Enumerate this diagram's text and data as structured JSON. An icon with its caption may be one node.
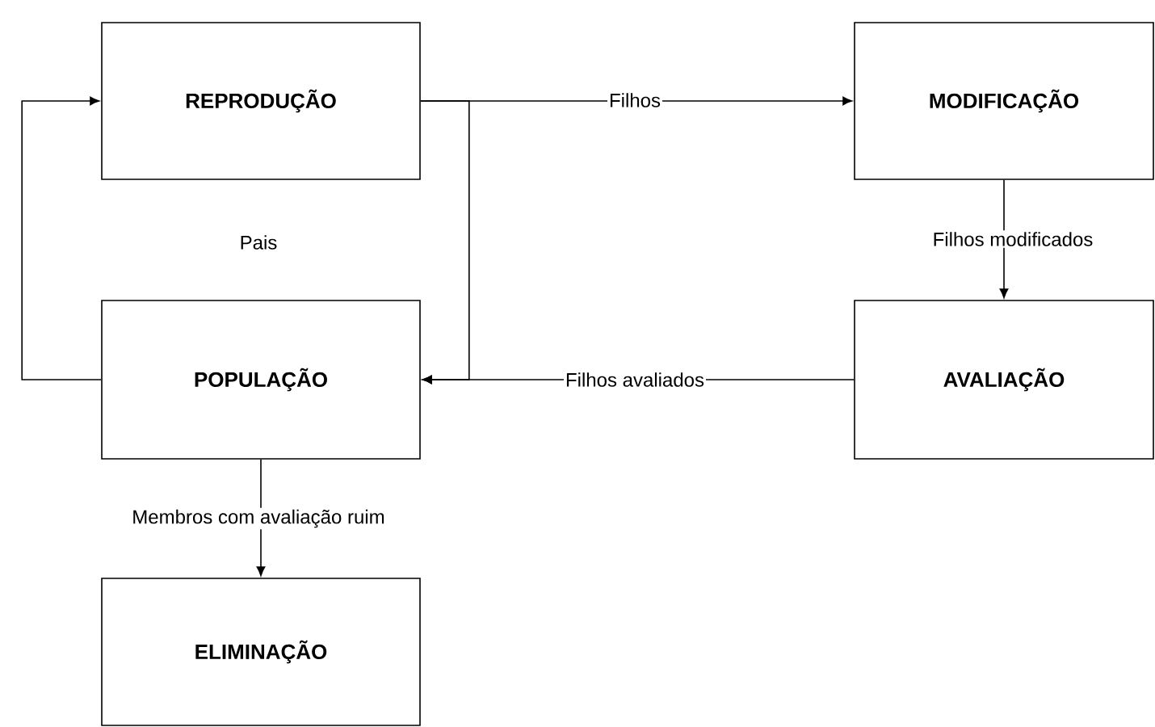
{
  "diagram": {
    "nodes": [
      {
        "text": [
          "REPRODUÇÃO"
        ]
      },
      {
        "text": [
          "MODIFICAÇÃO"
        ]
      },
      {
        "text": [
          "POPULAÇÃO"
        ]
      },
      {
        "text": [
          "AVALIAÇÃO"
        ]
      },
      {
        "text": [
          "ELIMINAÇÃO"
        ]
      }
    ],
    "edges": [
      {
        "from": 2,
        "to": 0,
        "arrow": "to"
      },
      {
        "from": 0,
        "to": 1,
        "arrow": "to",
        "label": "Filhos"
      },
      {
        "from": 0,
        "to": 2,
        "arrow": "to"
      },
      {
        "from": 1,
        "to": 3,
        "arrow": "to",
        "label": "Filhos modificados"
      },
      {
        "from": 3,
        "to": 2,
        "arrow": "to",
        "label": "Filhos avaliados"
      },
      {
        "from": 2,
        "to": 4,
        "arrow": "to",
        "label": "Membros com avaliação ruim"
      }
    ],
    "labels": [
      "Pais"
    ]
  }
}
